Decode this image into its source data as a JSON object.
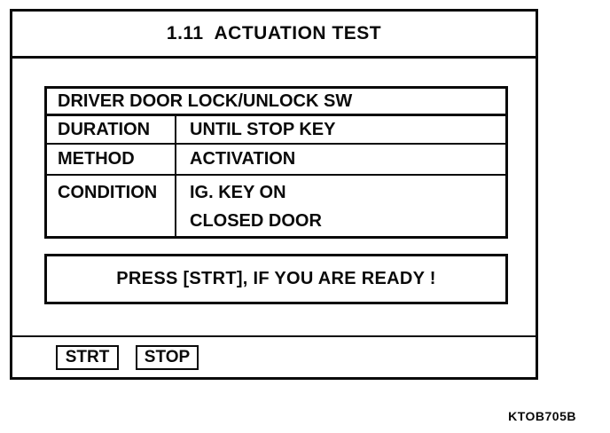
{
  "title": "1.11  ACTUATION TEST",
  "table": {
    "header": "DRIVER DOOR LOCK/UNLOCK SW",
    "rows": [
      {
        "label": "DURATION",
        "value": "UNTIL STOP KEY"
      },
      {
        "label": "METHOD",
        "value": "ACTIVATION"
      },
      {
        "label": "CONDITION",
        "value": "IG. KEY ON\nCLOSED DOOR"
      }
    ]
  },
  "message": "PRESS [STRT], IF YOU ARE READY !",
  "buttons": {
    "start": "STRT",
    "stop": "STOP"
  },
  "figure_code": "KTOB705B"
}
